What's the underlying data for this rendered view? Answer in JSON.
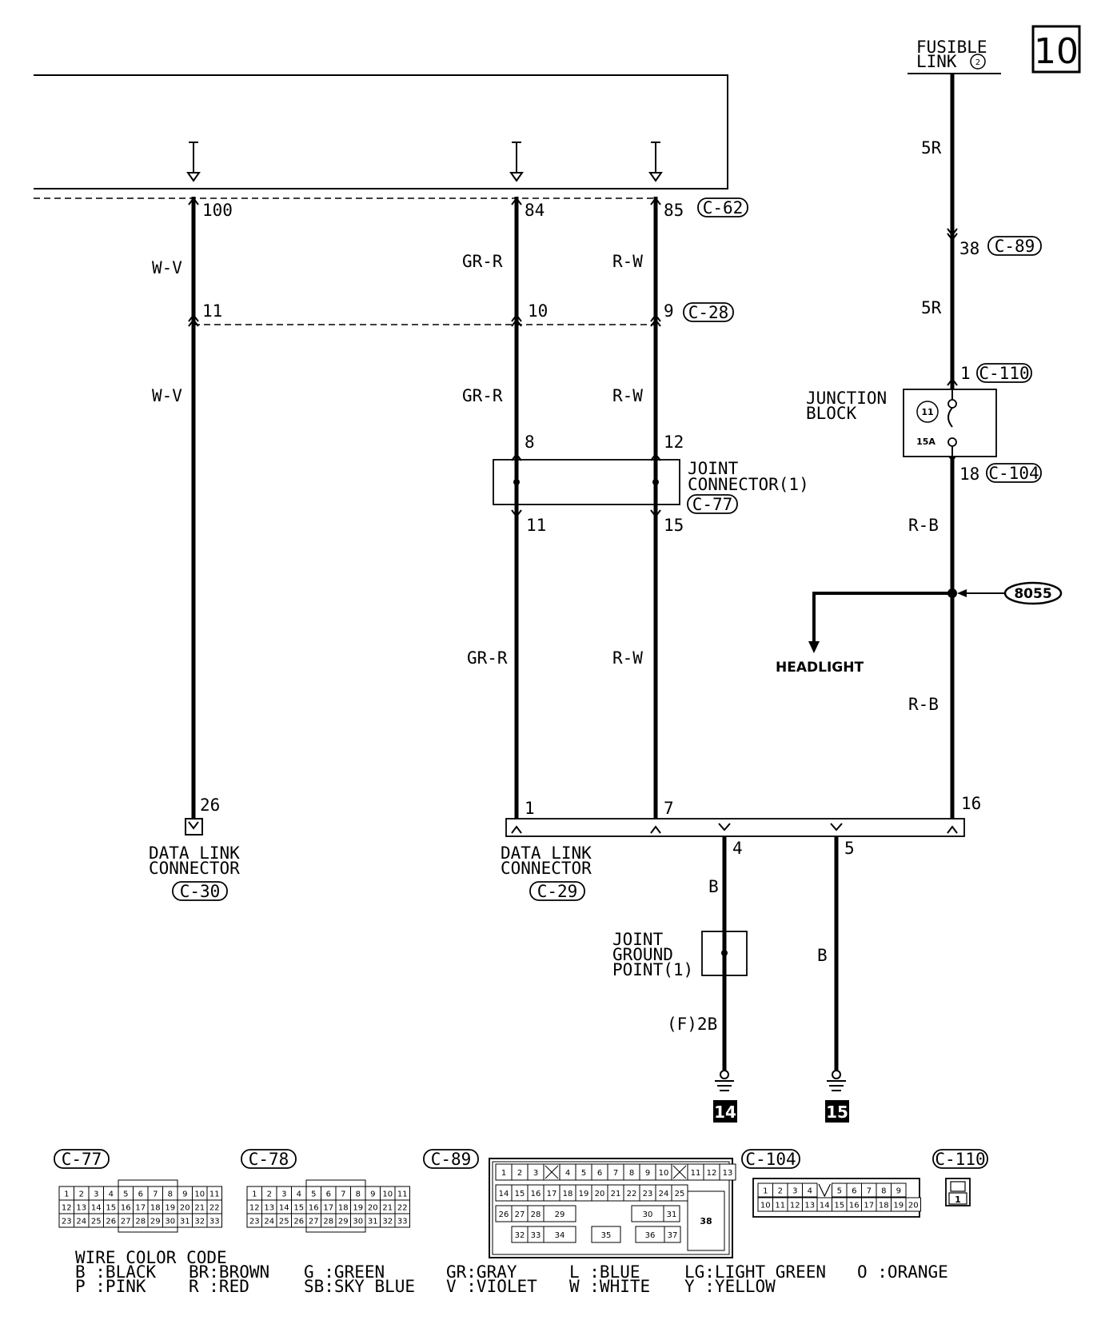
{
  "page_number": "10",
  "fusible_link": {
    "line1": "FUSIBLE",
    "line2": "LINK",
    "number": "2"
  },
  "wires": {
    "w_v": "W-V",
    "gr_r": "GR-R",
    "r_w": "R-W",
    "r5": "5R",
    "r_b": "R-B",
    "b": "B",
    "f2b": "(F)2B"
  },
  "connectors": {
    "c62": "C-62",
    "c28": "C-28",
    "c77": "C-77",
    "c89": "C-89",
    "c110": "C-110",
    "c104": "C-104",
    "c30": "C-30",
    "c29": "C-29",
    "c78": "C-78"
  },
  "pins": {
    "c62_100": "100",
    "c62_84": "84",
    "c62_85": "85",
    "c28_11": "11",
    "c28_10": "10",
    "c28_9": "9",
    "c77_8": "8",
    "c77_12": "12",
    "c77_11": "11",
    "c77_15": "15",
    "c89_38": "38",
    "c110_1": "1",
    "c104_18": "18",
    "c30_26": "26",
    "c29_1": "1",
    "c29_7": "7",
    "c29_4": "4",
    "c29_5": "5",
    "c29_16": "16"
  },
  "labels": {
    "joint_connector_1": "JOINT",
    "joint_connector_2": "CONNECTOR(1)",
    "junction_block_1": "JUNCTION",
    "junction_block_2": "BLOCK",
    "fuse_number": "11",
    "fuse_rating": "15A",
    "splice": "8055",
    "headlight": "HEADLIGHT",
    "dlc_left_1": "DATA LINK",
    "dlc_left_2": "CONNECTOR",
    "dlc_mid_1": "DATA LINK",
    "dlc_mid_2": "CONNECTOR",
    "jgp_1": "JOINT",
    "jgp_2": "GROUND",
    "jgp_3": "POINT(1)",
    "ground_14": "14",
    "ground_15": "15"
  },
  "connector_views": {
    "c77_rows": [
      [
        "1",
        "2",
        "3",
        "4",
        "5",
        "6",
        "7",
        "8",
        "9",
        "10",
        "11"
      ],
      [
        "12",
        "13",
        "14",
        "15",
        "16",
        "17",
        "18",
        "19",
        "20",
        "21",
        "22"
      ],
      [
        "23",
        "24",
        "25",
        "26",
        "27",
        "28",
        "29",
        "30",
        "31",
        "32",
        "33"
      ]
    ],
    "c78_rows": [
      [
        "1",
        "2",
        "3",
        "4",
        "5",
        "6",
        "7",
        "8",
        "9",
        "10",
        "11"
      ],
      [
        "12",
        "13",
        "14",
        "15",
        "16",
        "17",
        "18",
        "19",
        "20",
        "21",
        "22"
      ],
      [
        "23",
        "24",
        "25",
        "26",
        "27",
        "28",
        "29",
        "30",
        "31",
        "32",
        "33"
      ]
    ],
    "c89_row1": [
      "1",
      "2",
      "3",
      "",
      "4",
      "5",
      "6",
      "7",
      "8",
      "9",
      "10",
      "",
      "11",
      "12",
      "13"
    ],
    "c89_row2": [
      "14",
      "15",
      "16",
      "17",
      "18",
      "19",
      "20",
      "21",
      "22",
      "23",
      "24",
      "25"
    ],
    "c89_row3a": [
      "26",
      "27",
      "28",
      "29"
    ],
    "c89_row3b": [
      "30",
      "31"
    ],
    "c89_row4a": [
      "32",
      "33",
      "34"
    ],
    "c89_row4b": [
      "35"
    ],
    "c89_row4c": [
      "36",
      "37"
    ],
    "c89_big": "38",
    "c104_row1": [
      "1",
      "2",
      "3",
      "4",
      "",
      "5",
      "6",
      "7",
      "8",
      "9"
    ],
    "c104_row2": [
      "10",
      "11",
      "12",
      "13",
      "14",
      "15",
      "16",
      "17",
      "18",
      "19",
      "20"
    ],
    "c110_pin": "1"
  },
  "wire_color_code": {
    "title": "WIRE COLOR CODE",
    "row1": [
      "B :BLACK",
      "BR:BROWN",
      "G :GREEN",
      "GR:GRAY",
      "L :BLUE",
      "LG:LIGHT GREEN",
      "O :ORANGE"
    ],
    "row2": [
      "P :PINK",
      "R :RED",
      "SB:SKY BLUE",
      "V :VIOLET",
      "W :WHITE",
      "Y :YELLOW"
    ]
  }
}
